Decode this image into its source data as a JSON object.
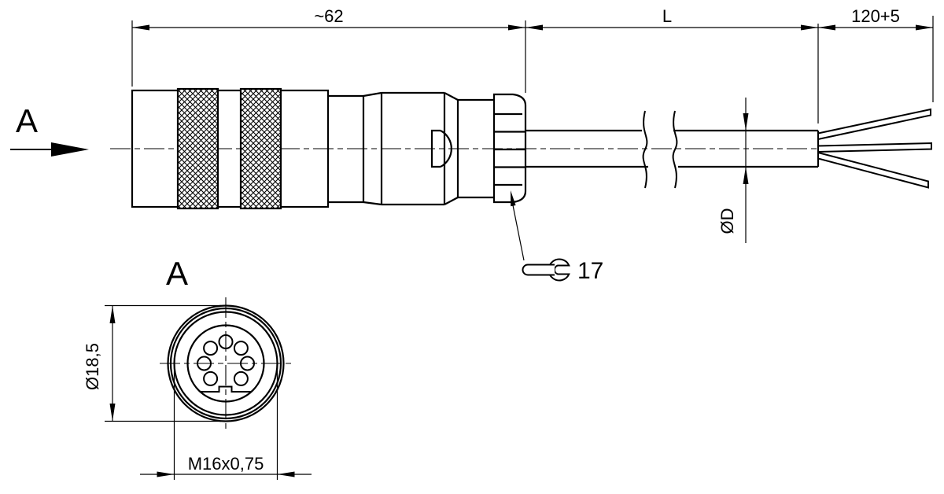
{
  "meta": {
    "drawing_type": "connector-with-cable-technical-drawing"
  },
  "labels": {
    "side_view_marker": "A",
    "front_view_marker": "A"
  },
  "dimensions": {
    "connector_length": "~62",
    "cable_length": "L",
    "conductor_strip_length": "120+5",
    "cable_diameter": "ØD",
    "connector_outer_diameter": "Ø18,5",
    "thread_spec": "M16x0,75",
    "wrench_size": "17"
  },
  "connector": {
    "pin_count": 7
  },
  "icons": {
    "wrench": "open-end-wrench-icon",
    "view_direction": "view-direction-arrow-icon"
  },
  "colors": {
    "line": "#000000",
    "background": "#ffffff"
  }
}
